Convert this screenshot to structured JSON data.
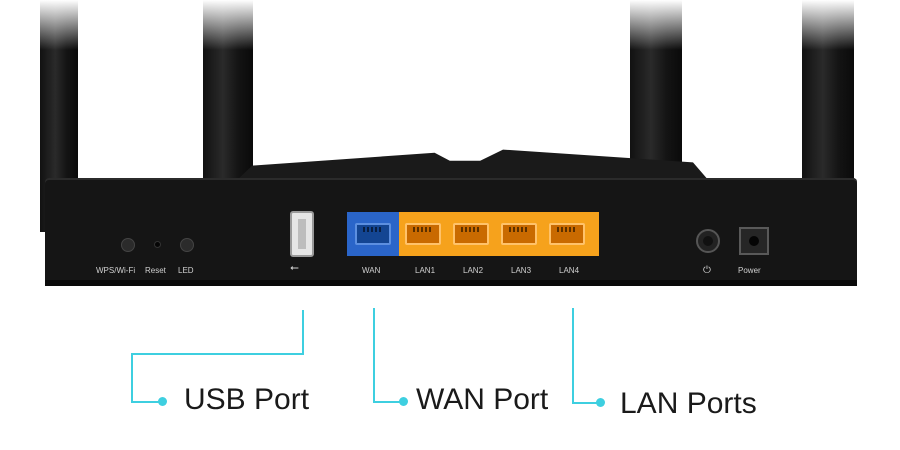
{
  "router": {
    "buttons": {
      "wps_wifi": "WPS/Wi-Fi",
      "reset": "Reset",
      "led": "LED"
    },
    "usb_symbol": "⭠",
    "ports": {
      "wan": "WAN",
      "lan": [
        "LAN1",
        "LAN2",
        "LAN3",
        "LAN4"
      ]
    },
    "power_symbol": "⏻",
    "power_label": "Power"
  },
  "callouts": {
    "usb": "USB Port",
    "wan": "WAN Port",
    "lan": "LAN Ports"
  },
  "colors": {
    "callout": "#3ecfe0",
    "wan_panel": "#2a65c9",
    "lan_panel": "#f6a21c",
    "router_body": "#151515"
  }
}
